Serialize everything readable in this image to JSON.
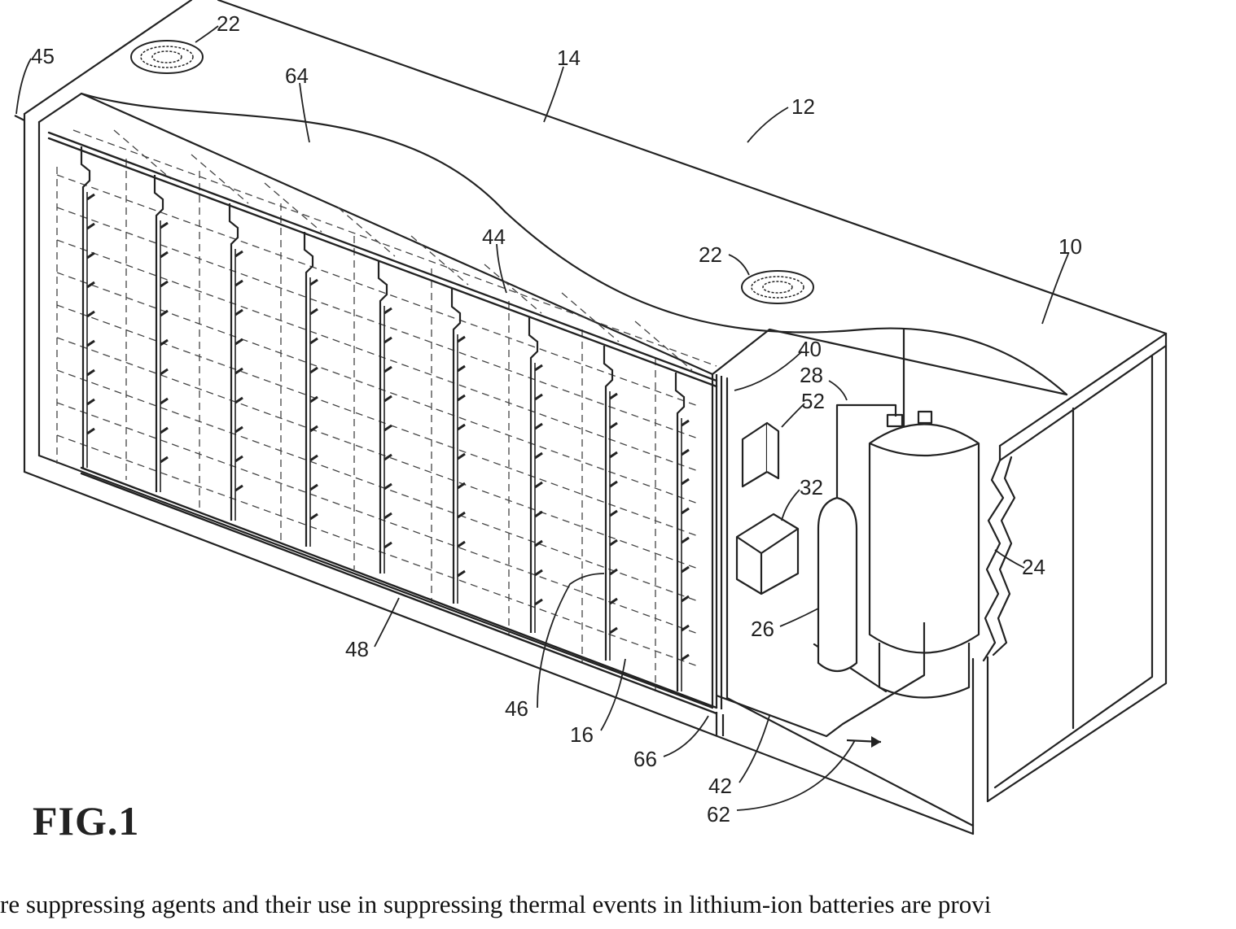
{
  "figure": {
    "caption": "FIG.1",
    "reference_numerals": [
      "45",
      "22",
      "64",
      "14",
      "12",
      "44",
      "22",
      "10",
      "40",
      "28",
      "52",
      "32",
      "24",
      "26",
      "48",
      "46",
      "16",
      "66",
      "42",
      "62"
    ]
  },
  "text": {
    "line1": "re suppressing agents and their use in suppressing thermal events in lithium-ion batteries are provi",
    "line2": "                                                                                        "
  }
}
